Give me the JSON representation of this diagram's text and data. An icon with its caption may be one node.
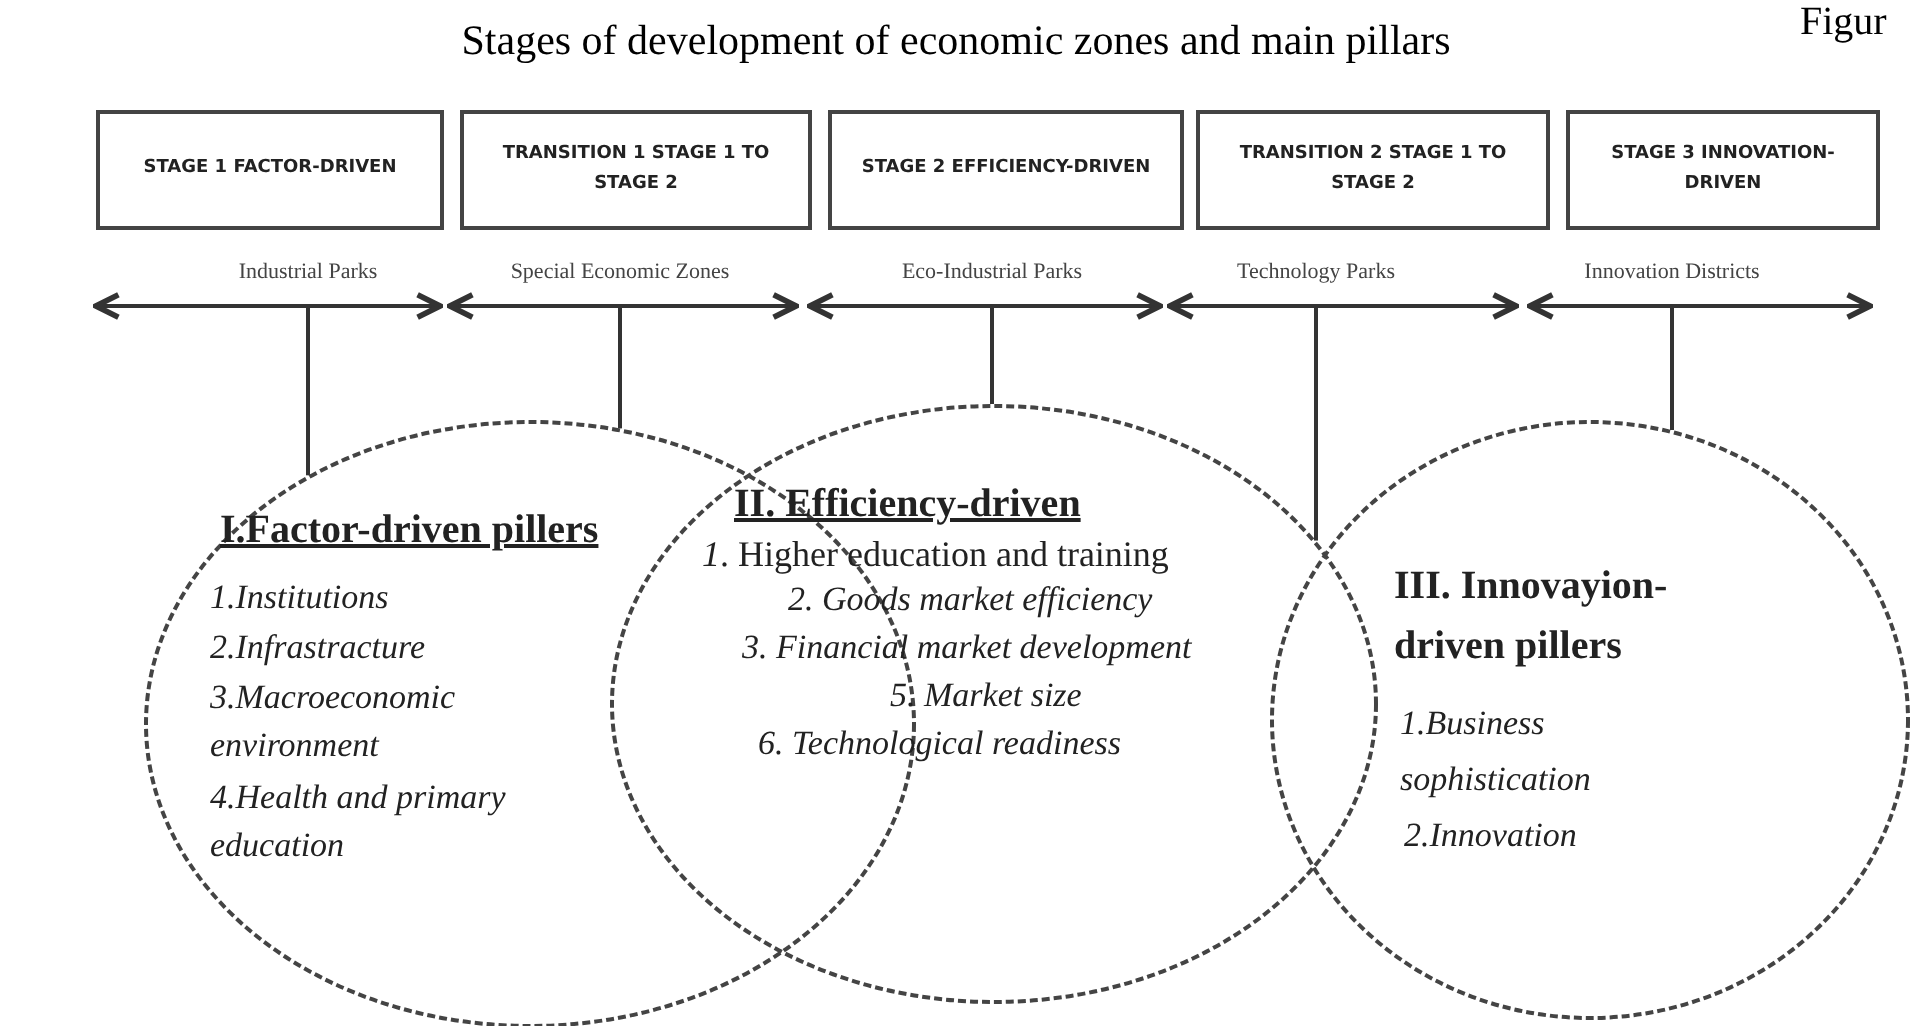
{
  "diagram": {
    "title": "Stages of development of economic zones and main pillars",
    "nodes": [
      {
        "text": [
          "STAGE 1 FACTOR-DRIVEN"
        ]
      },
      {
        "text": [
          "TRANSITION 1 STAGE 1 TO STAGE 2"
        ]
      },
      {
        "text": [
          "STAGE 2 EFFICIENCY-DRIVEN"
        ]
      },
      {
        "text": [
          "TRANSITION 2 STAGE 1 TO STAGE 2"
        ]
      },
      {
        "text": [
          "STAGE 3 INNOVATION-DRIVEN"
        ]
      },
      {
        "text": [
          "Industrial Parks"
        ]
      },
      {
        "text": [
          "Special Economic Zones"
        ]
      },
      {
        "text": [
          "Eco-Industrial Parks"
        ]
      },
      {
        "text": [
          "Technology Parks"
        ]
      },
      {
        "text": [
          "Innovation Districts"
        ]
      },
      {
        "text": [
          "I.Factor-driven pillers",
          "1.Institutions",
          "2.Infrastracture",
          "3.Macroeconomic environment",
          "4.Health and primary education"
        ]
      },
      {
        "text": [
          "II. Efficiency-driven",
          "*1*. Higher education and training",
          "2. Goods market efficiency",
          "3. Financial market development",
          "5. Market size",
          "6. Technological readiness"
        ]
      },
      {
        "text": [
          "III. Innovayion- driven pillers",
          "1.Business sophistication",
          "2.Innovation"
        ]
      }
    ],
    "edges": [
      {
        "from": 5,
        "to": 10,
        "arrow": "none"
      },
      {
        "from": 6,
        "to": 10,
        "arrow": "none"
      },
      {
        "from": 7,
        "to": 11,
        "arrow": "none"
      },
      {
        "from": 8,
        "to": 11,
        "arrow": "none"
      },
      {
        "from": 9,
        "to": 12,
        "arrow": "none"
      }
    ],
    "labels": [
      "Figur"
    ]
  }
}
